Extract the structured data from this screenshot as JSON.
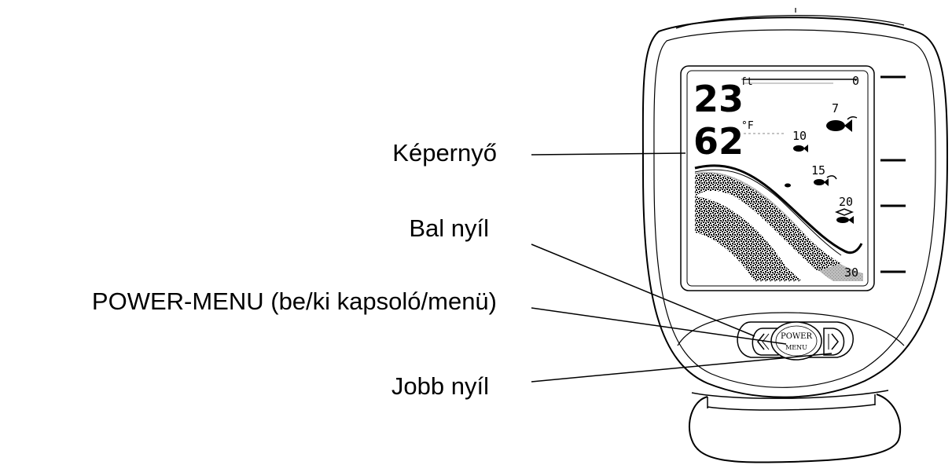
{
  "labels": {
    "screen": "Képernyő",
    "left_arrow": "Bal nyíl",
    "power_menu": "POWER-MENU (be/ki kapsoló/menü)",
    "right_arrow": "Jobb nyíl"
  },
  "display": {
    "depth_value": "23",
    "depth_unit": "ft",
    "temp_value": "62",
    "temp_unit": "°F",
    "scale_top": "0",
    "scale_bottom": "30",
    "fish_depths": [
      "7",
      "10",
      "15",
      "20"
    ]
  },
  "buttons": {
    "power_line1": "POWER",
    "power_line2": "MENU"
  }
}
